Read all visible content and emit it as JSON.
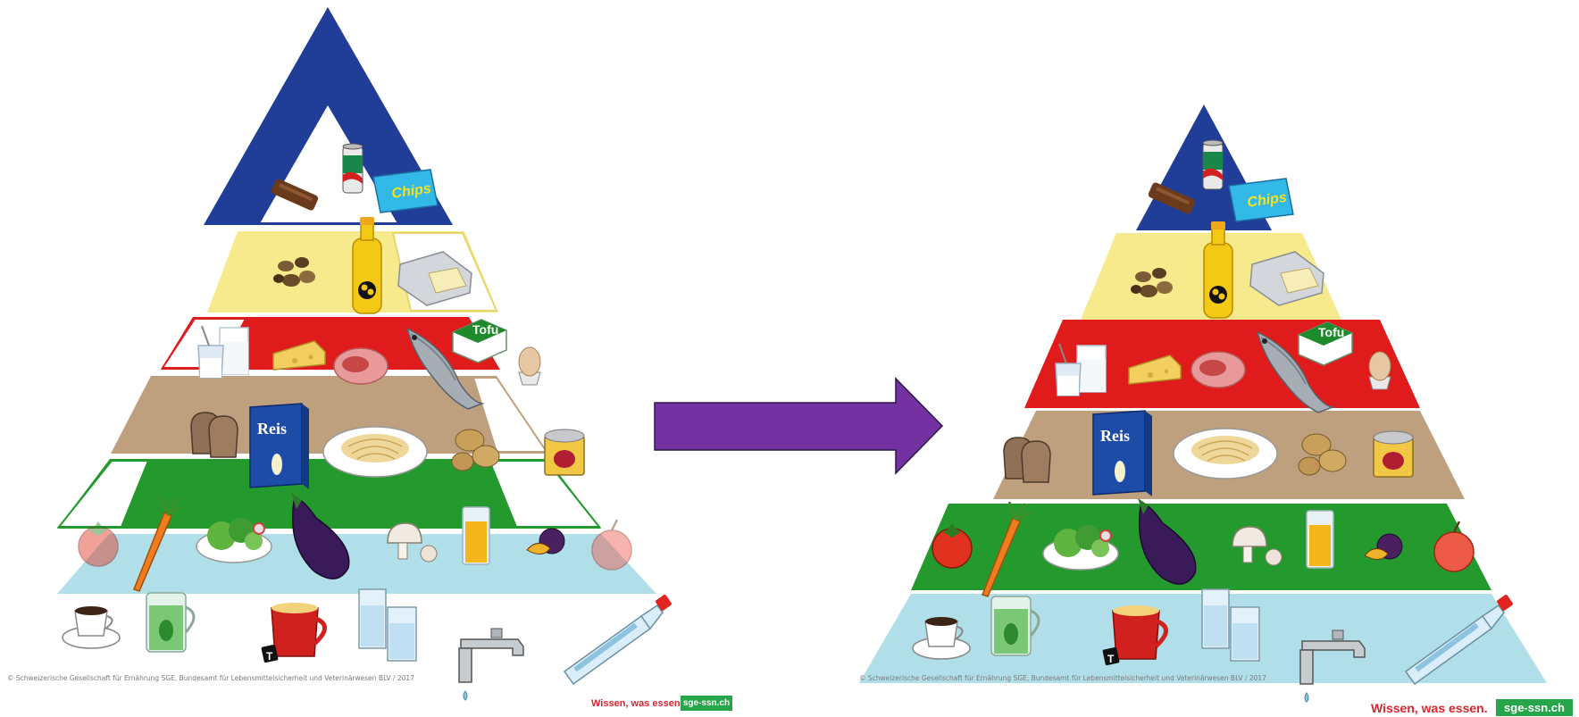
{
  "colors": {
    "tier_sweets": "#203e98",
    "tier_fats": "#f7ea8d",
    "tier_protein": "#df1b1b",
    "tier_starch": "#bfa07e",
    "tier_veg": "#249a2e",
    "tier_drinks": "#b1dfe9",
    "arrow": "#7331a1",
    "slogan": "#d8262e",
    "badge": "#27a54a"
  },
  "before": {
    "copyright": "© Schweizerische Gesellschaft für Ernährung SGE, Bundesamt für Lebensmittelsicherheit und Veterinärwesen BLV / 2017",
    "slogan": "Wissen, was essen.",
    "badge": "sge-ssn.ch"
  },
  "after": {
    "copyright": "© Schweizerische Gesellschaft für Ernährung SGE, Bundesamt für Lebensmittelsicherheit und Veterinärwesen BLV / 2017",
    "slogan": "Wissen, was essen.",
    "badge": "sge-ssn.ch"
  },
  "labels": {
    "chips": "Chips",
    "tofu": "Tofu",
    "reis": "Reis",
    "teabag": "T"
  }
}
